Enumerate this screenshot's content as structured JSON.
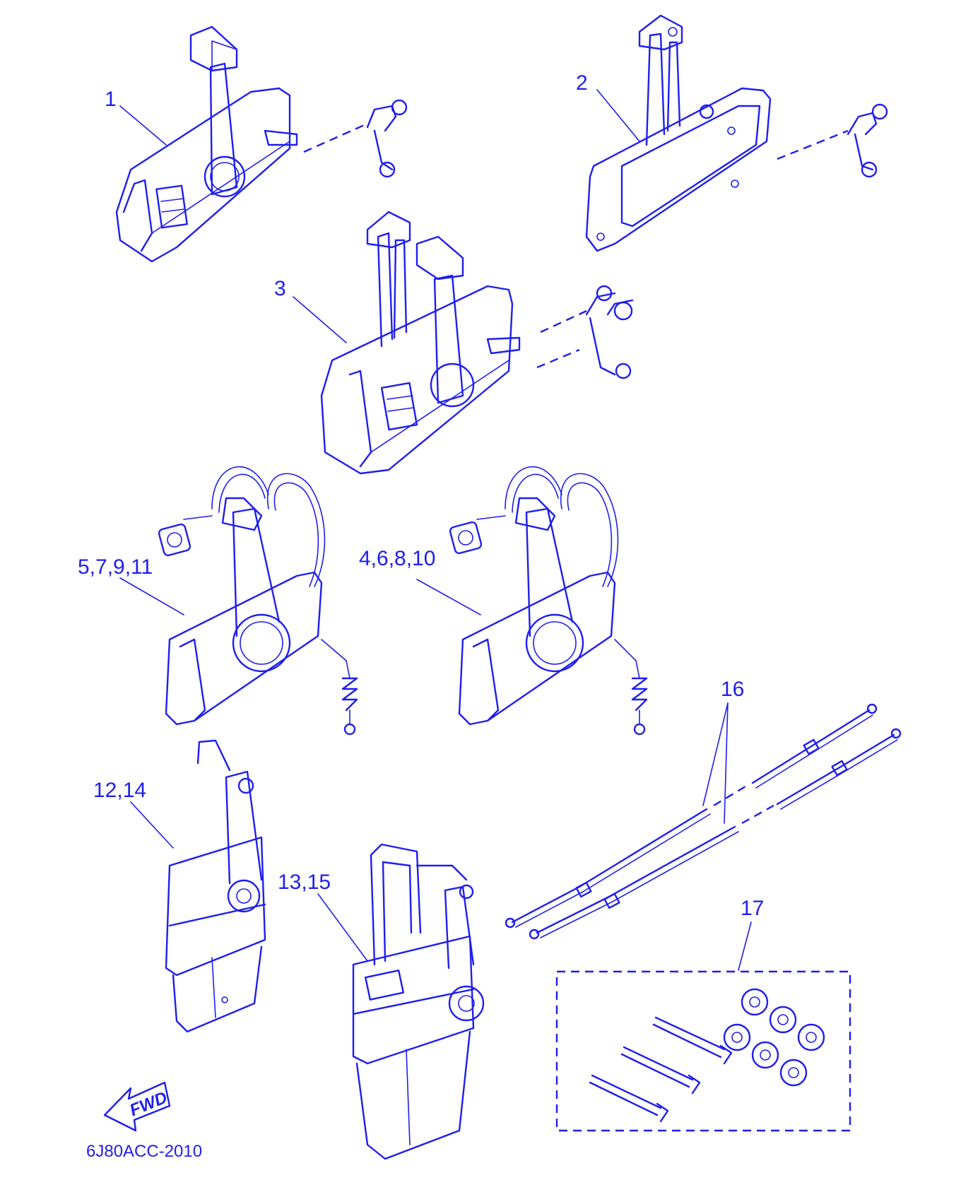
{
  "diagram": {
    "callouts": [
      {
        "id": "c1",
        "label": "1"
      },
      {
        "id": "c2",
        "label": "2"
      },
      {
        "id": "c3",
        "label": "3"
      },
      {
        "id": "c4",
        "label": "5,7,9,11"
      },
      {
        "id": "c5",
        "label": "4,6,8,10"
      },
      {
        "id": "c6",
        "label": "16"
      },
      {
        "id": "c7",
        "label": "12,14"
      },
      {
        "id": "c8",
        "label": "13,15"
      },
      {
        "id": "c9",
        "label": "17"
      }
    ],
    "direction_label": "FWD",
    "drawing_code": "6J80ACC-2010",
    "ink_color": "#1e1ef0"
  }
}
